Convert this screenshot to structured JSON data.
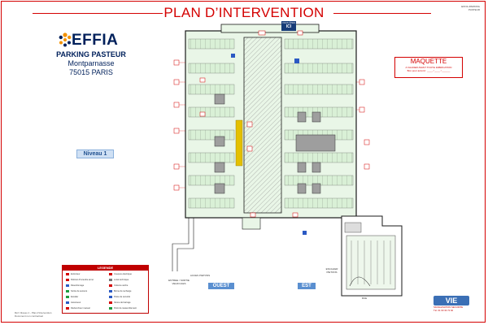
{
  "title": "PLAN D’INTERVENTION",
  "header_ref": [
    "EFFIA-PARKING",
    "PASTEUR"
  ],
  "brand": {
    "name": "EFFIA",
    "accent": "#f39200",
    "primary": "#00205b"
  },
  "parking": {
    "name": "PARKING PASTEUR",
    "area": "Montparnasse",
    "city": "75015 PARIS"
  },
  "level": "Niveau 1",
  "position_marker": {
    "line1": "VOUS ÊTES",
    "line2": "ICI"
  },
  "maquette": {
    "title": "MAQUETTE",
    "line1": "A VALIDER AVANT TOUTE FABRICATION",
    "line2": "Bon pour accord : ____ / ____ / ______"
  },
  "legend": {
    "title": "LEGENDE",
    "items": [
      "Extincteur",
      "Robinet d'incendie armé",
      "Désenfumage",
      "Sortie de secours",
      "Escalier",
      "Ascenseur",
      "Déclencheur manuel",
      "Coupure électrique",
      "Local technique",
      "Colonne sèche",
      "Borne de recharge",
      "Poste de sécurité",
      "Vanne de barrage",
      "Point de rassemblement"
    ]
  },
  "orientation": {
    "west": "OUEST",
    "east": "EST"
  },
  "entry_labels": [
    "ENTREE / SORTIE VEHICULES",
    "ACCES PIETONS",
    "ESCALIER PIETONS",
    "RUE"
  ],
  "vie": {
    "name": "VIE",
    "line1": "SIGNALISATION SECURITE",
    "line2": "Tél. 01 60 33 72 92"
  },
  "footer": [
    "Réf. Niveau 1 - Plan d'intervention",
    "Document non contractuel"
  ],
  "colors": {
    "red": "#d40000",
    "parking_green": "#d9f0d6",
    "structure": "#1a1a1a",
    "ramp_hatch": "#7a7a7a"
  }
}
